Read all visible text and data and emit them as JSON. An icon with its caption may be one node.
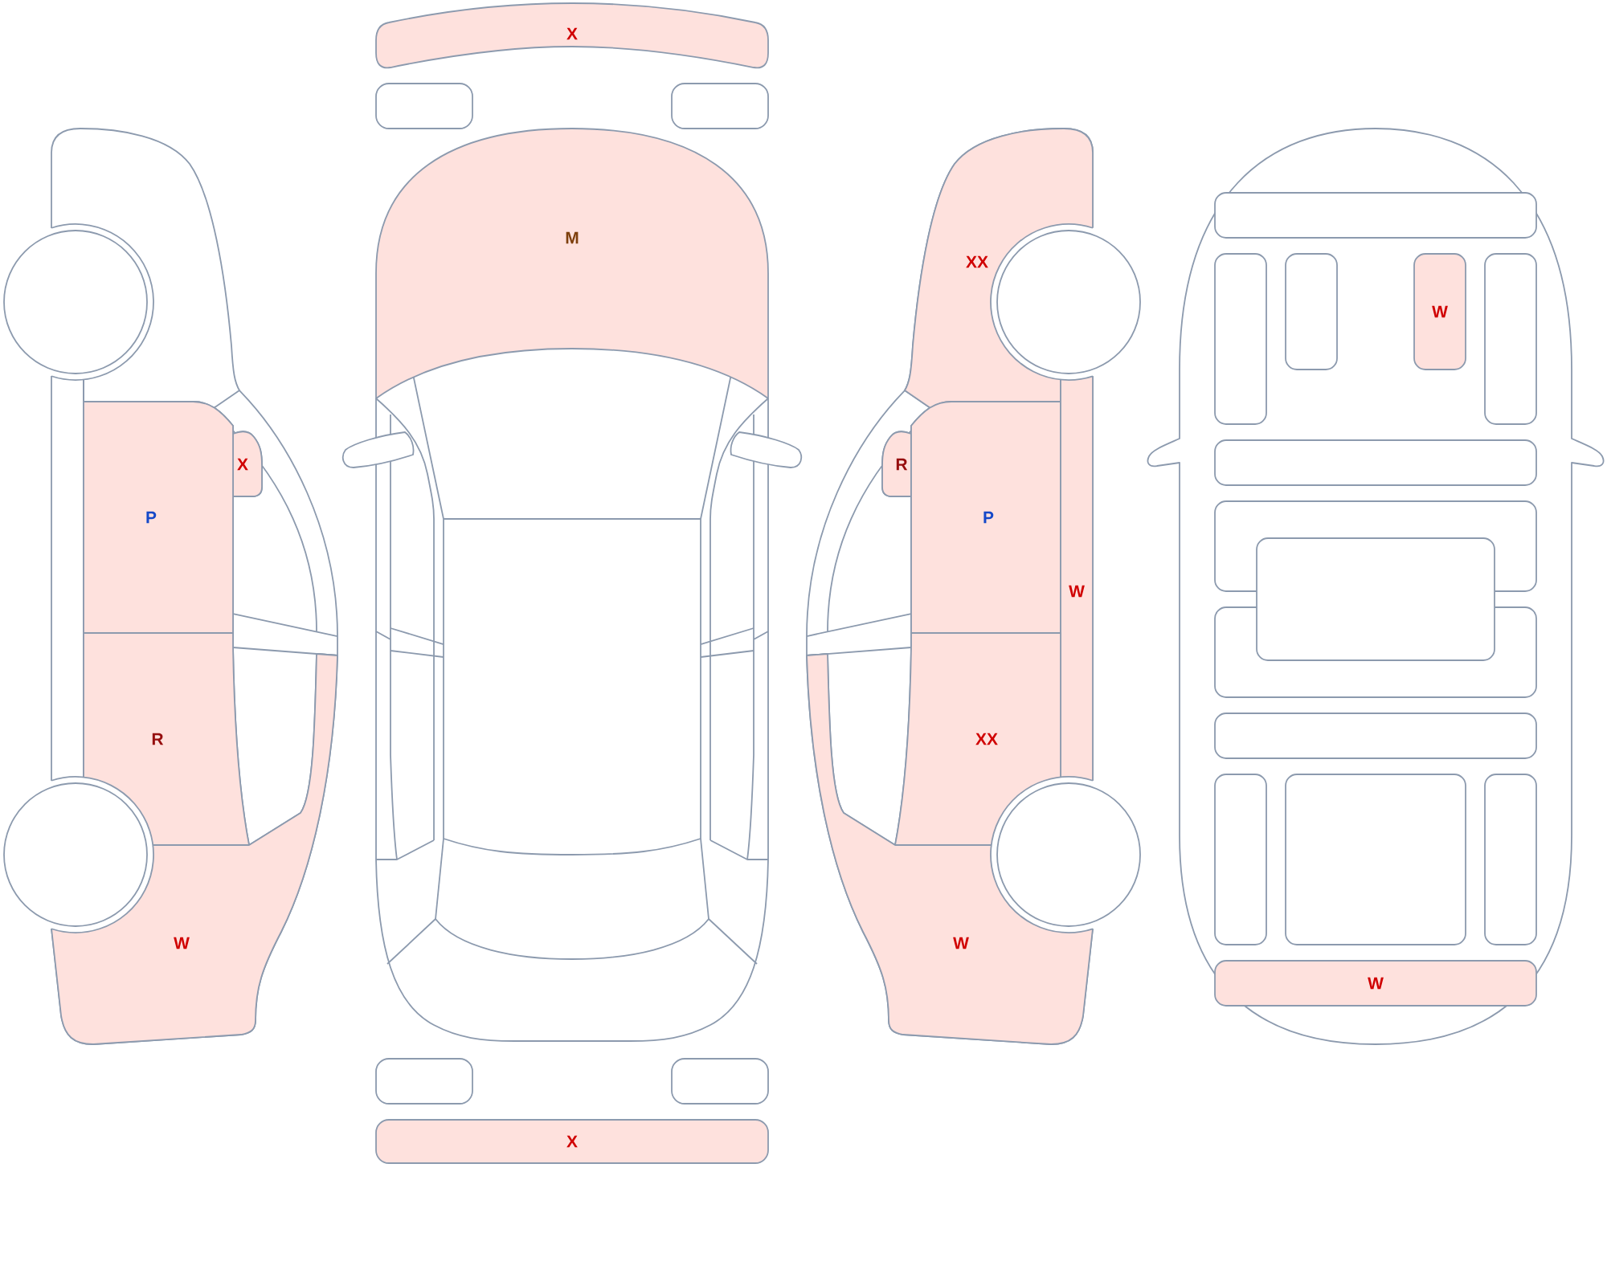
{
  "diagram": {
    "nodes": [
      {
        "text": [
          "X"
        ]
      },
      {
        "text": [
          "P"
        ]
      },
      {
        "text": [
          "R"
        ]
      },
      {
        "text": [
          "W"
        ]
      },
      {
        "text": [
          "X"
        ]
      },
      {
        "text": [],
        "shape": "box"
      },
      {
        "text": [],
        "shape": "box"
      },
      {
        "text": [
          "M"
        ]
      },
      {
        "text": [],
        "shape": "box"
      },
      {
        "text": [],
        "shape": "box"
      },
      {
        "text": [
          "X"
        ]
      },
      {
        "text": [
          "XX"
        ]
      },
      {
        "text": [
          "R"
        ]
      },
      {
        "text": [
          "P"
        ]
      },
      {
        "text": [
          "W"
        ]
      },
      {
        "text": [
          "XX"
        ]
      },
      {
        "text": [
          "W"
        ]
      },
      {
        "text": [],
        "shape": "box"
      },
      {
        "text": [],
        "shape": "box"
      },
      {
        "text": [],
        "shape": "box"
      },
      {
        "text": [
          "W"
        ]
      },
      {
        "text": [],
        "shape": "box"
      },
      {
        "text": [],
        "shape": "box"
      },
      {
        "text": [],
        "shape": "box"
      },
      {
        "text": [],
        "shape": "box"
      },
      {
        "text": [],
        "shape": "box"
      },
      {
        "text": [],
        "shape": "box"
      },
      {
        "text": [],
        "shape": "box"
      },
      {
        "text": [],
        "shape": "box"
      },
      {
        "text": [],
        "shape": "box"
      },
      {
        "text": [
          "W"
        ]
      }
    ]
  }
}
